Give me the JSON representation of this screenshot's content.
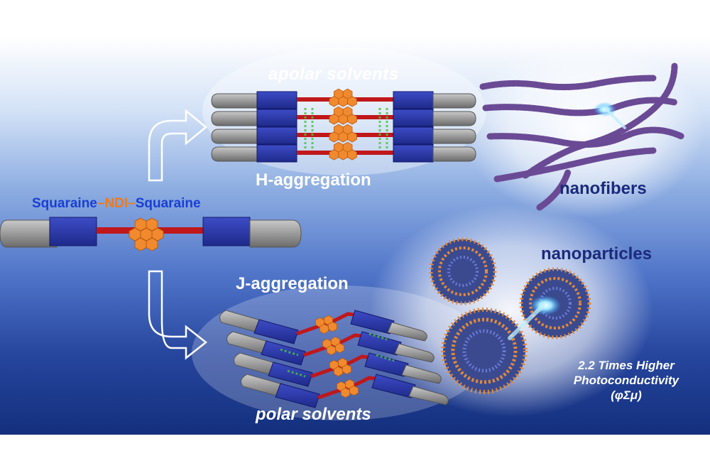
{
  "labels": {
    "apolar": "apolar solvents",
    "h_aggregation": "H-aggregation",
    "j_aggregation": "J-aggregation",
    "polar": "polar solvents",
    "nanofibers": "nanofibers",
    "nanoparticles": "nanoparticles"
  },
  "molecule": {
    "part1": "Squaraine",
    "part2": "–NDI–",
    "part3": "Squaraine"
  },
  "photoconductivity": {
    "line1": "2.2 Times Higher",
    "line2": "Photoconductivity",
    "line3": "(φΣμ)"
  },
  "colors": {
    "squaraine": "#1a3fd1",
    "ndi": "#ef7b1a",
    "dark_label": "#1b2a7c"
  }
}
